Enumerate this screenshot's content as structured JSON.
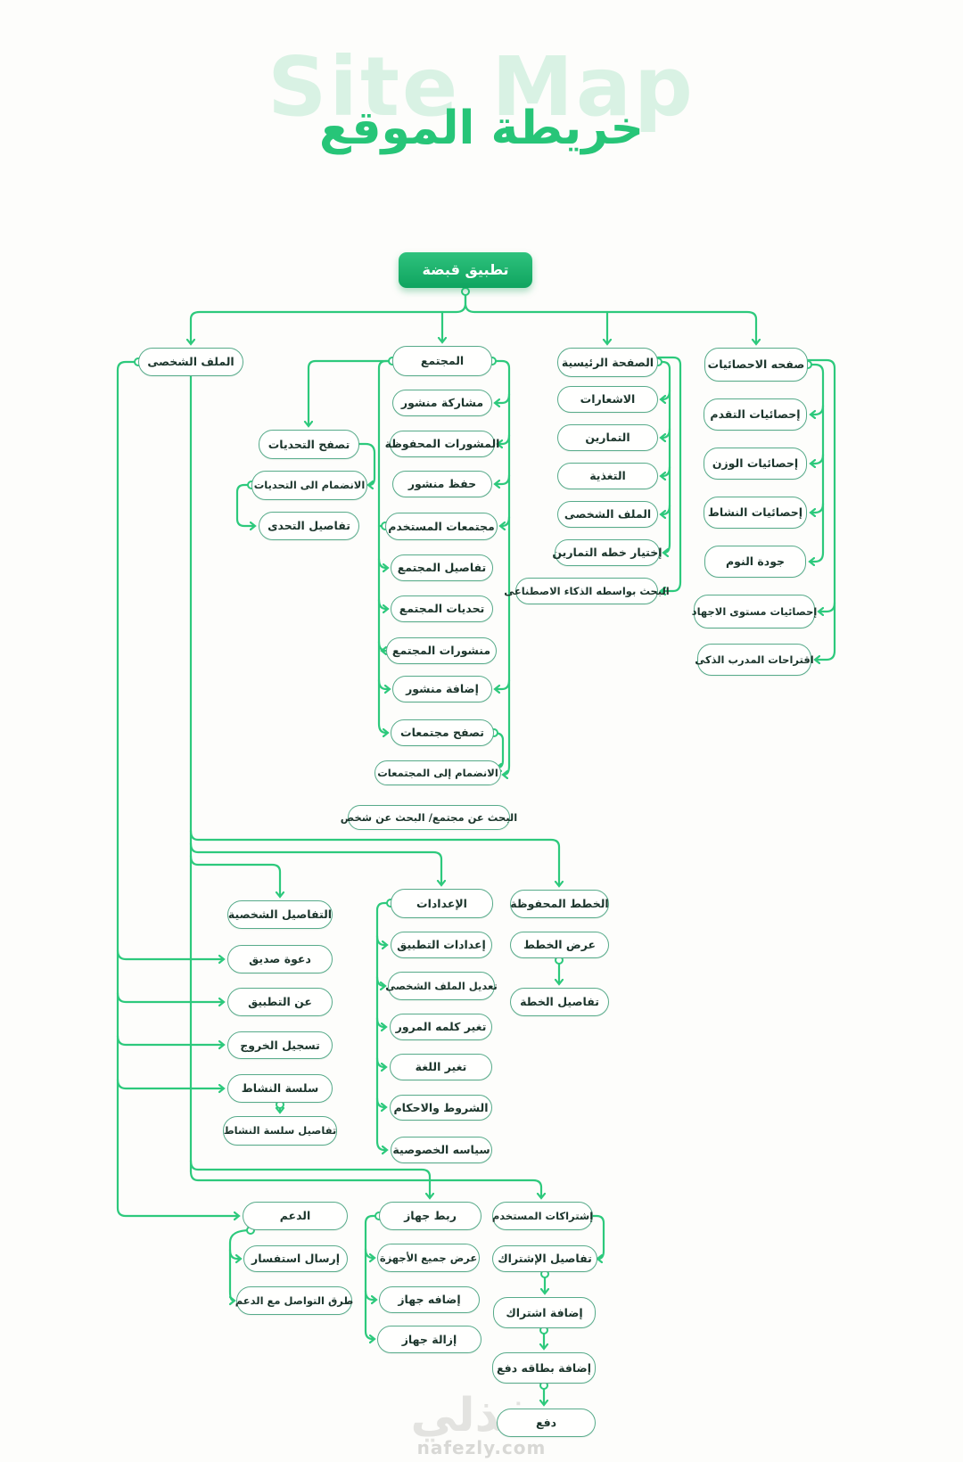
{
  "title": {
    "watermark": "Site Map",
    "heading": "خريطة الموقع"
  },
  "nodes": {
    "app_root": "تطبيق قبضة",
    "profile": "الملف الشخصى",
    "community": "المجتمع",
    "home": "الصفحة الرئيسية",
    "stats": "صفحه الاحصائيات",
    "stat_progress": "إحصائيات التقدم",
    "stat_weight": "إحصائيات الوزن",
    "stat_activity": "إحصائيات النشاط",
    "sleep_quality": "جودة النوم",
    "stat_stress": "إحصائيات مستوى الاجهاد",
    "coach_suggestions": "اقتراحات المدرب الذكى",
    "notifications": "الاشعارات",
    "exercises": "التمارين",
    "nutrition": "التغذية",
    "home_profile": "الملف الشخصى",
    "choose_plan": "إختيار خطه التمارين",
    "ai_search": "البحث بواسطه الذكاء الاصطناعى",
    "share_post": "مشاركة منشور",
    "saved_posts": "المشورات المحفوظة",
    "save_post": "حفظ منشور",
    "user_communities": "مجتمعات المستخدم",
    "community_details": "تفاصيل المجتمع",
    "community_challenges": "تحديات المجتمع",
    "community_posts": "منشورات المجتمع",
    "add_post": "إضافة منشور",
    "browse_communities": "تصفح مجتمعات",
    "join_communities": "الانضمام إلى المجتمعات",
    "search_community_person": "البحث عن مجتمع/ البحث عن شخص",
    "browse_challenges": "تصفح التحديات",
    "join_challenges": "الانضمام الى التحديات",
    "challenge_details": "تفاصيل التحدى",
    "personal_details": "التفاصيل الشخصية",
    "invite_friend": "دعوة صديق",
    "about_app": "عن التطبيق",
    "logout": "تسجيل الخروج",
    "activity_streak": "سلسة النشاط",
    "streak_details": "تفاصيل سلسة النشاط",
    "settings": "الإعدادات",
    "app_settings": "إعدادات التطبيق",
    "edit_profile": "تعديل الملف الشخصى",
    "change_password": "تغير كلمه المرور",
    "change_language": "تغير اللغة",
    "terms": "الشروط والاحكام",
    "privacy": "سياسه الخصوصية",
    "saved_plans": "الخطط المحفوظة",
    "view_plans": "عرض الخطط",
    "plan_details": "تفاصيل الخطة",
    "support": "الدعم",
    "send_inquiry": "إرسال استفسار",
    "contact_support": "طرق التواصل مع الدعم",
    "link_device": "ربط جهاز",
    "view_devices": "عرض جميع الأجهزة",
    "add_device": "إضافه جهاز",
    "remove_device": "إزالة جهاز",
    "subscriptions": "إشتراكات المستخدم",
    "subscription_details": "تفاصيل الإشتراك",
    "add_subscription": "إضافة اشتراك",
    "add_payment_card": "إضافة بطاقه دفع",
    "pay": "دفع"
  },
  "footer": {
    "logo": "نفذلي",
    "site": "nafezly.com"
  },
  "colors": {
    "accent_green": "#2dc97c",
    "node_border": "#57ab8a",
    "root_green": "#14ae66",
    "heading_green": "#27c578"
  }
}
